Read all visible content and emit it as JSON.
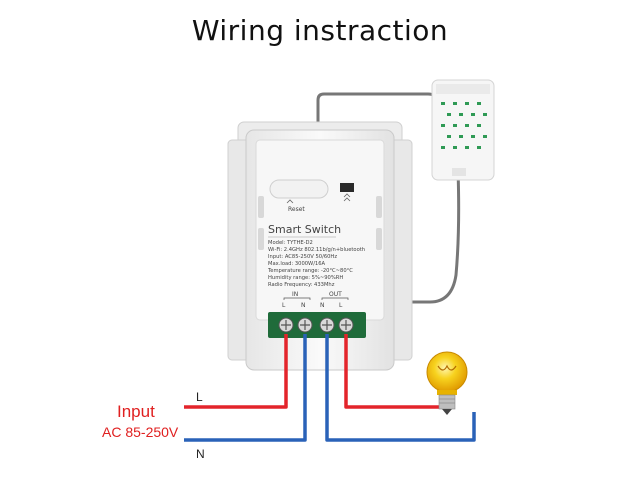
{
  "title": "Wiring instraction",
  "device": {
    "brand": "Smart Switch",
    "reset_label": "Reset",
    "specs": [
      "Model: TYTHE-D2",
      "Wi-Fi: 2.4GHz 802.11b/g/n+bluetooth",
      "Input: AC85-250V 50/60Hz",
      "Max.load: 3000W/16A",
      "Temperature range: -20°C~80°C",
      "Humidity range: 5%~90%RH",
      "Radio Frequency: 433Mhz"
    ],
    "in_label": "IN",
    "out_label": "OUT",
    "terminals": [
      "L",
      "N",
      "N",
      "L"
    ]
  },
  "supply": {
    "input_label": "Input",
    "voltage_label": "AC 85-250V",
    "live_label": "L",
    "neutral_label": "N"
  },
  "colors": {
    "live_wire": "#e3242b",
    "neutral_wire": "#2a62b8",
    "device_body": "#f4f4f4",
    "terminal_block": "#1f6b3a",
    "bulb": "#f5c211"
  }
}
